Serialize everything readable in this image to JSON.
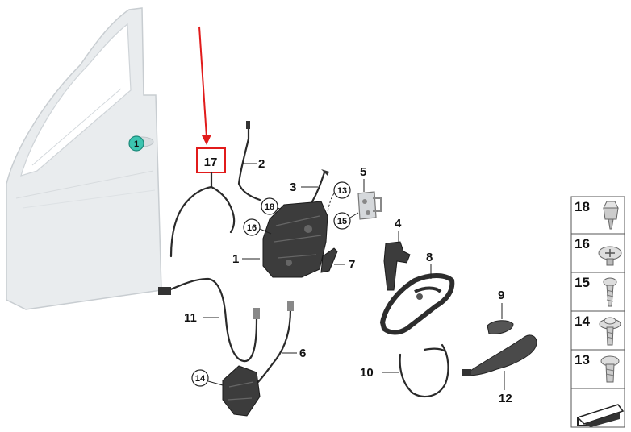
{
  "callouts": {
    "c1": "1",
    "c2": "2",
    "c3": "3",
    "c4": "4",
    "c5": "5",
    "c6": "6",
    "c7": "7",
    "c8": "8",
    "c9": "9",
    "c10": "10",
    "c11": "11",
    "c12": "12",
    "c13": "13",
    "c14": "14",
    "c15": "15",
    "c16": "16",
    "c17": "17",
    "c18": "18",
    "door_marker": "1",
    "c13b": "13",
    "c14b": "14",
    "c15b": "15",
    "c16b": "16",
    "c18b": "18"
  },
  "legend": {
    "items": [
      {
        "number": "18",
        "icon": "clip-icon"
      },
      {
        "number": "16",
        "icon": "pan-head-screw-icon"
      },
      {
        "number": "15",
        "icon": "screw-icon"
      },
      {
        "number": "14",
        "icon": "flange-screw-icon"
      },
      {
        "number": "13",
        "icon": "short-screw-icon"
      }
    ],
    "last_icon": "arrow-panel-icon"
  },
  "colors": {
    "highlight": "#e11b1b",
    "door_marker": "#3cc4b0",
    "part": "#3c3c3c"
  }
}
